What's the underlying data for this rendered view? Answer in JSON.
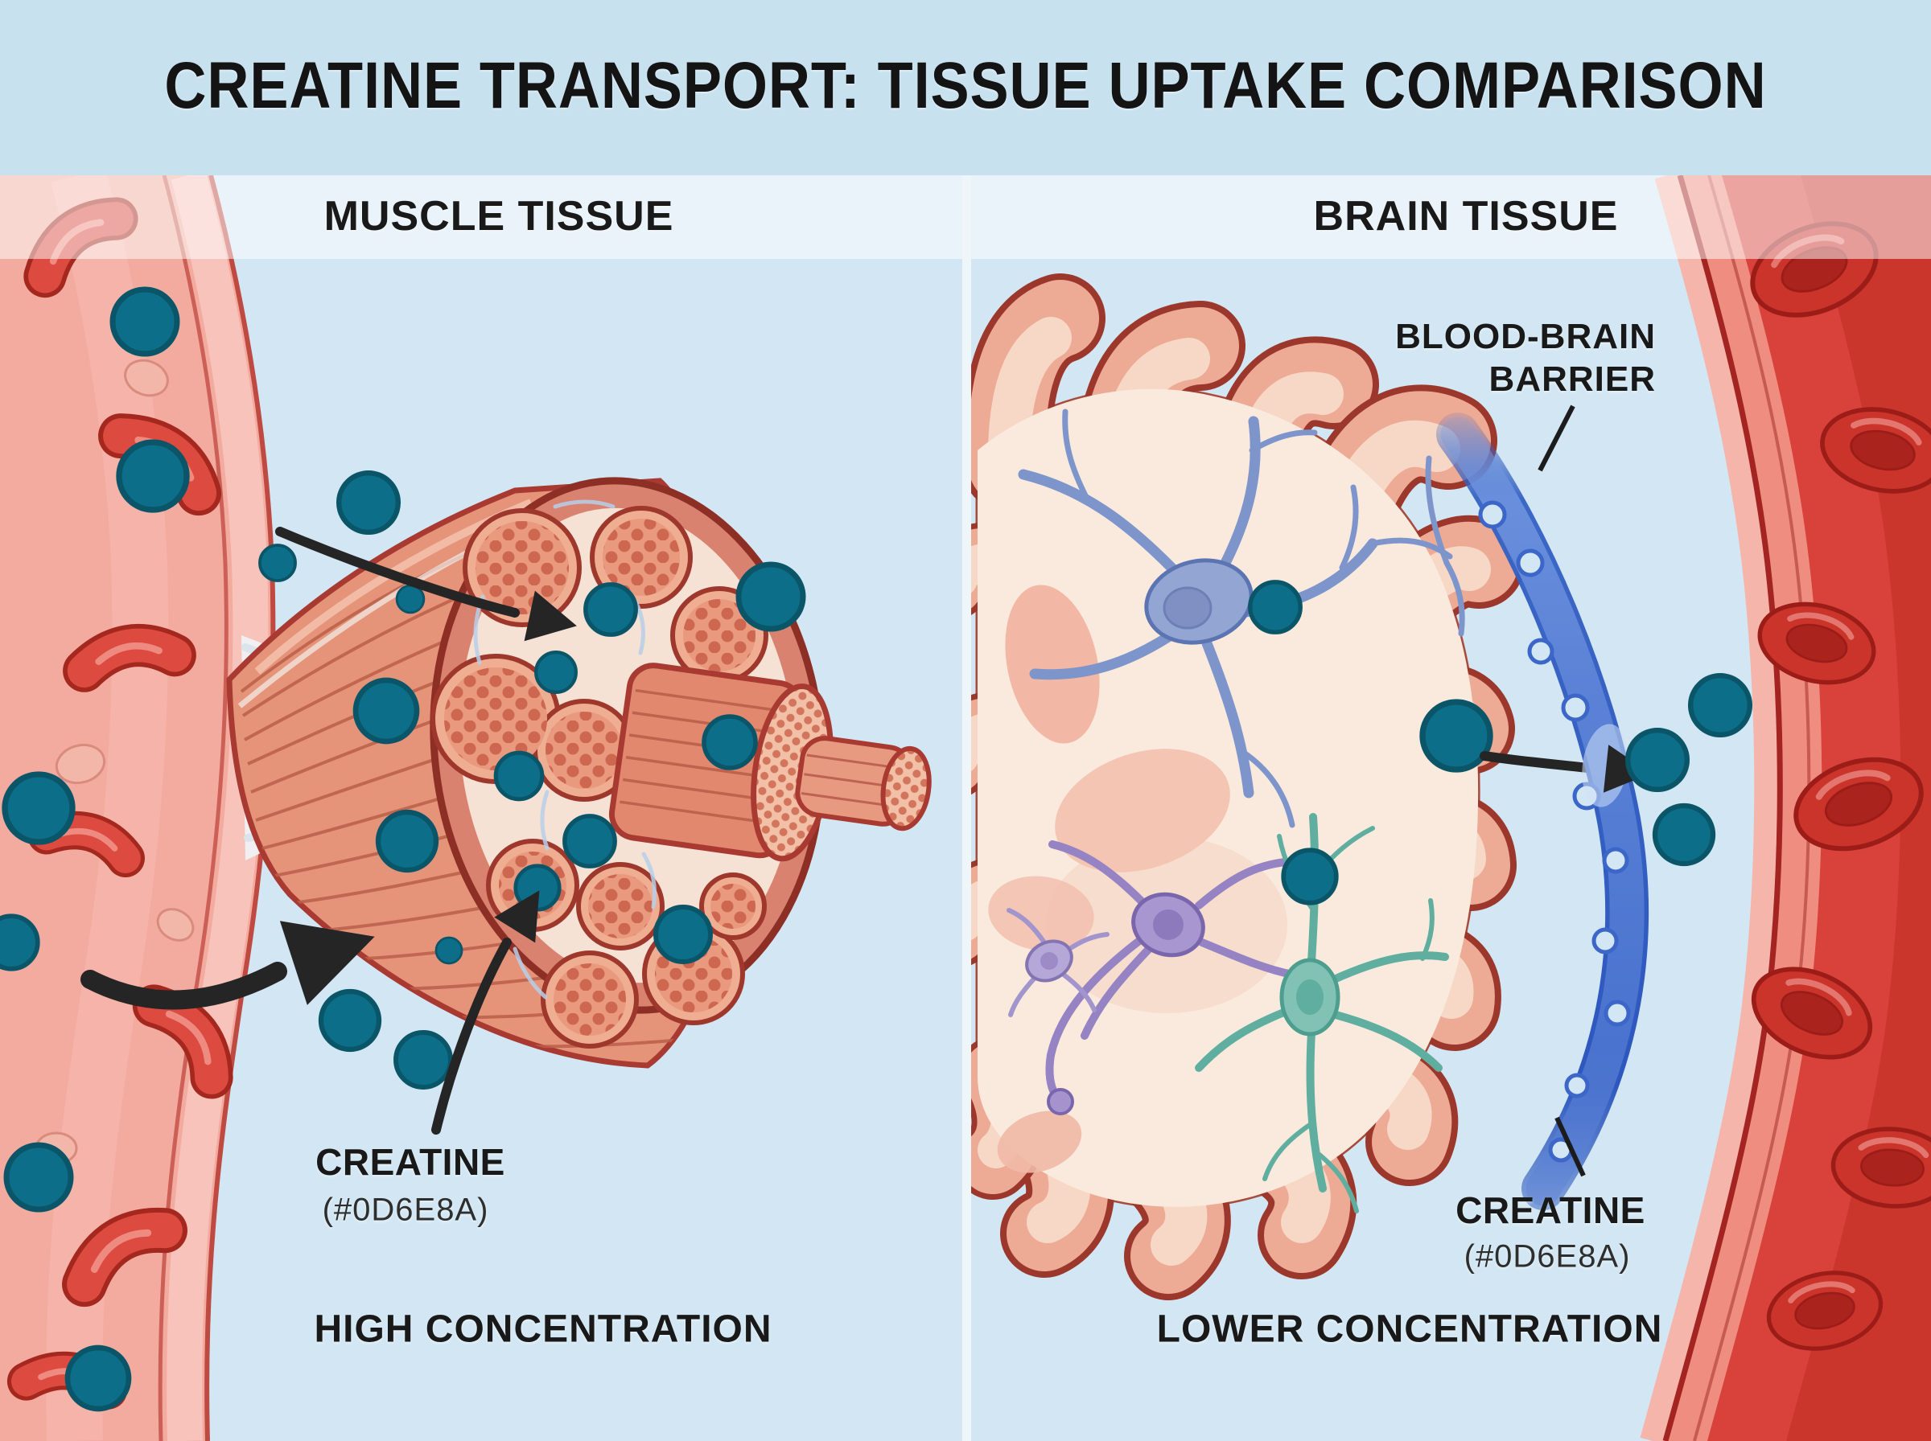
{
  "title": "CREATINE TRANSPORT: TISSUE UPTAKE COMPARISON",
  "muscle": {
    "header": "MUSCLE TISSUE",
    "creatine": "CREATINE",
    "hex": "(#0D6E8A)",
    "level": "HIGH CONCENTRATION"
  },
  "brain": {
    "header": "BRAIN TISSUE",
    "barrier1": "BLOOD-BRAIN",
    "barrier2": "BARRIER",
    "creatine": "CREATINE",
    "hex": "(#0D6E8A)",
    "level": "LOWER CONCENTRATION"
  },
  "colors": {
    "creatine_dot": "#0D6E8A",
    "background_top": "#C7E1EF",
    "background_panels": "#D2E7F3",
    "header_strip": "rgba(255,255,255,0.52)",
    "barrier_blue": "#4A73CF",
    "vessel_wall_pink": "#F3ABA0",
    "vessel_blood_red": "#D8423A",
    "muscle_pink": "#E59379",
    "cortex_outline": "#9C372C",
    "text": "#191919"
  }
}
